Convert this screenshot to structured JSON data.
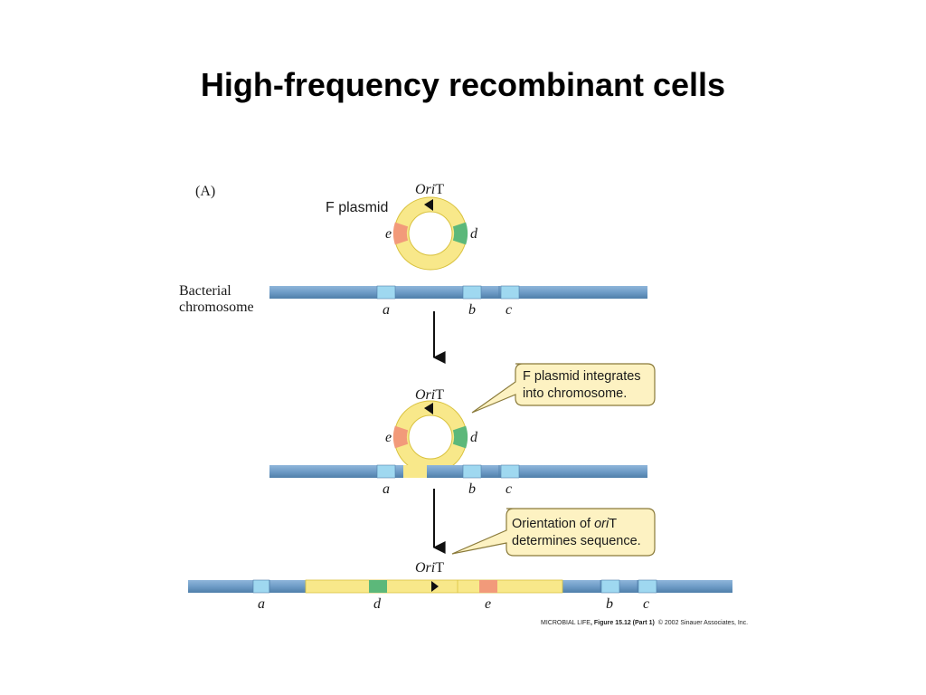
{
  "title": "High-frequency recombinant cells",
  "figure": {
    "panel_label": "(A)",
    "plasmid_label": "F plasmid",
    "oriT": {
      "ori": "Ori",
      "t": "T"
    },
    "chromosome_label_line1": "Bacterial",
    "chromosome_label_line2": "chromosome",
    "genes": {
      "a": "a",
      "b": "b",
      "c": "c",
      "d": "d",
      "e": "e"
    },
    "callout1_line1": "F plasmid integrates",
    "callout1_line2": "into chromosome.",
    "callout2_line1_prefix": "Orientation of ",
    "callout2_line1_ori": "ori",
    "callout2_line1_t": "T",
    "callout2_line2": "determines sequence.",
    "credit": {
      "book": "MICROBIAL LIFE",
      "figure": ", Figure 15.12 (Part 1)",
      "copyright": "© 2002 Sinauer Associates, Inc."
    }
  },
  "colors": {
    "chromosome": "#6f9cc7",
    "gene_box": "#9fd8f0",
    "plasmid": "#f8e88a",
    "plasmid_outline": "#d9c23f",
    "gene_d": "#5cb87a",
    "gene_e": "#f29a7a",
    "callout_fill": "#fdf2c2",
    "callout_stroke": "#8a7a3a"
  }
}
